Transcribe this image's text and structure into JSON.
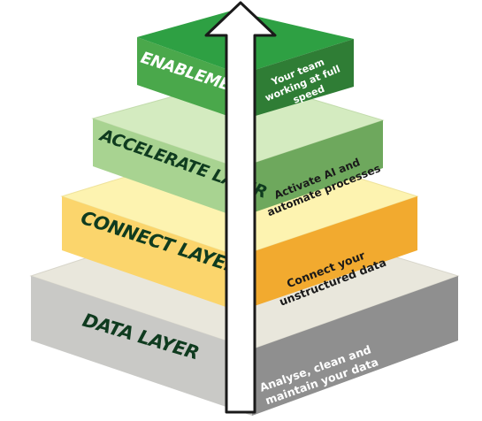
{
  "layers": [
    {
      "id": "enablement",
      "label": "ENABLEMENT",
      "text": [
        "Your team",
        "working at full",
        "speed"
      ]
    },
    {
      "id": "accelerate",
      "label": "ACCELERATE LAYER",
      "text": [
        "Activate AI and",
        "automate processes"
      ]
    },
    {
      "id": "connect",
      "label": "CONNECT LAYER",
      "text": [
        "Connect your",
        "unstructured data"
      ]
    },
    {
      "id": "data",
      "label": "DATA LAYER",
      "text": [
        "Analyse, clean and",
        "maintain your data"
      ]
    }
  ],
  "colors": {
    "data": {
      "top": "#e9e7dc",
      "left": "#c9c9c6",
      "right": "#8f8f8f"
    },
    "connect": {
      "top": "#fdf3b0",
      "left": "#fbd56c",
      "right": "#f2aa2f"
    },
    "accelerate": {
      "top": "#d4ebc0",
      "left": "#a8d391",
      "right": "#6ea85d"
    },
    "enablement": {
      "top": "#2ea043",
      "left": "#4aa84b",
      "right": "#2f7d35"
    },
    "arrow": {
      "fill": "#ffffff",
      "stroke": "#1a1a1a"
    },
    "label": "#0f3b1f"
  }
}
